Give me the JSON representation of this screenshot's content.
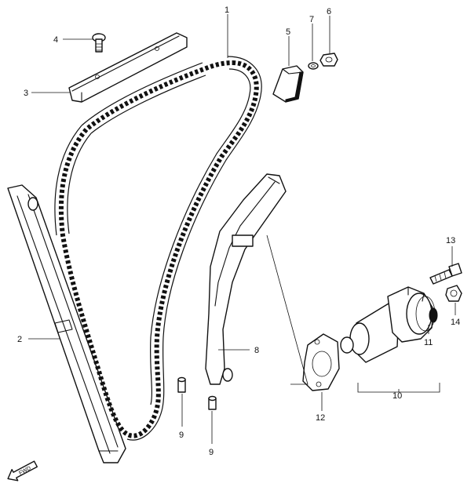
{
  "callouts": [
    {
      "id": "c1",
      "label": "1"
    },
    {
      "id": "c2",
      "label": "2"
    },
    {
      "id": "c3",
      "label": "3"
    },
    {
      "id": "c4",
      "label": "4"
    },
    {
      "id": "c5",
      "label": "5"
    },
    {
      "id": "c6",
      "label": "6"
    },
    {
      "id": "c7",
      "label": "7"
    },
    {
      "id": "c8",
      "label": "8"
    },
    {
      "id": "c9a",
      "label": "9"
    },
    {
      "id": "c9b",
      "label": "9"
    },
    {
      "id": "c10",
      "label": "10"
    },
    {
      "id": "c11",
      "label": "11"
    },
    {
      "id": "c12",
      "label": "12"
    },
    {
      "id": "c13",
      "label": "13"
    },
    {
      "id": "c14",
      "label": "14"
    }
  ],
  "direction_mark": "FWD"
}
